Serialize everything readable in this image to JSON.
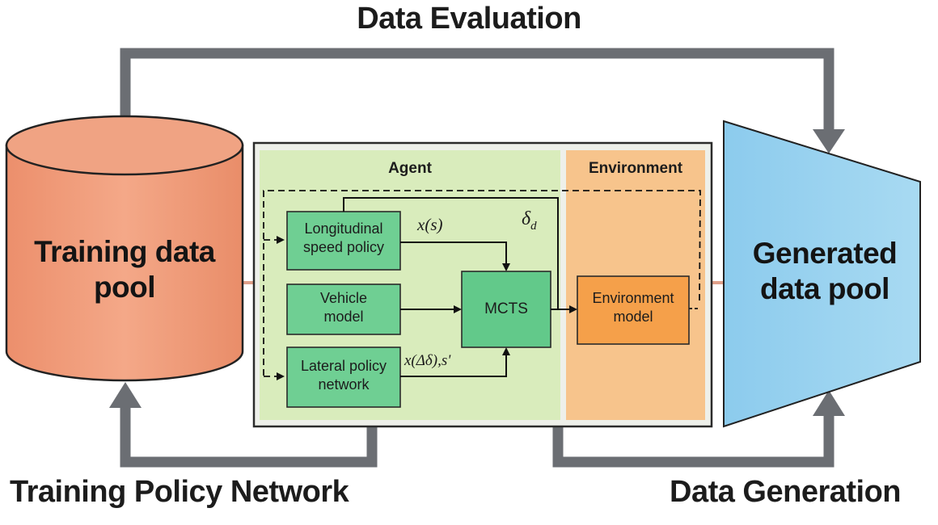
{
  "captions": {
    "top": "Data Evaluation",
    "bottom_left": "Training Policy Network",
    "bottom_right": "Data Generation"
  },
  "pools": {
    "training": [
      "Training data",
      "pool"
    ],
    "generated": [
      "Generated",
      "data pool"
    ]
  },
  "sections": {
    "agent": "Agent",
    "environment": "Environment"
  },
  "blocks": {
    "longitudinal": [
      "Longitudinal",
      "speed policy"
    ],
    "vehicle": [
      "Vehicle",
      "model"
    ],
    "lateral": [
      "Lateral policy",
      "network"
    ],
    "mcts": "MCTS",
    "env_model": [
      "Environment",
      "model"
    ]
  },
  "signals": {
    "xs": "x(s)",
    "xdelta": "x(Δδ),s'",
    "delta_d": "δ",
    "delta_d_sub": "d"
  },
  "colors": {
    "arrow_gray": "#6b6e73",
    "training_pool": "#f2a07f",
    "generated_pool": "#9ed4ee",
    "agent_bg": "#d9ecbc",
    "env_bg": "#f7c48c",
    "block_green": "#6fcf93",
    "mcts_green": "#62c98a",
    "env_block": "#f5a04a"
  }
}
